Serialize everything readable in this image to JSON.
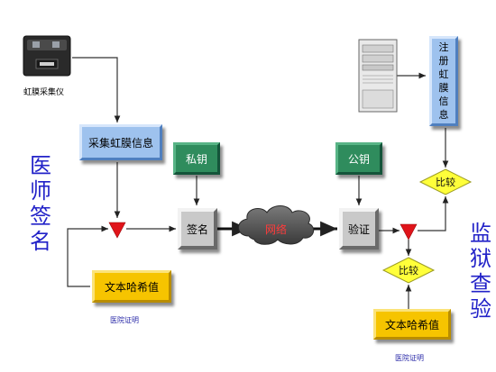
{
  "left_title": [
    "医",
    "师",
    "签",
    "名"
  ],
  "right_title": [
    "监",
    "狱",
    "查",
    "验"
  ],
  "device_label": "虹膜采集仪",
  "collect_box": "采集虹膜信息",
  "private_key": "私钥",
  "public_key": "公钥",
  "sign_box": "签名",
  "network_label": "网络",
  "verify_box": "验证",
  "registered_box": [
    "注",
    "册",
    "虹",
    "膜",
    "信",
    "息"
  ],
  "compare_top": "比较",
  "compare_bottom": "比较",
  "hash_left": "文本哈希值",
  "hash_right": "文本哈希值",
  "hospital_left": "医院证明",
  "hospital_right": "医院证明",
  "colors": {
    "title_blue": "#2222c8",
    "arrow_red": "#e0141a",
    "diamond_yellow": "#ffff3a",
    "box_blue": "#9ec2ee",
    "box_green": "#2f8c5d",
    "box_yellow": "#f6c400",
    "cloud_gray": "#545454"
  }
}
